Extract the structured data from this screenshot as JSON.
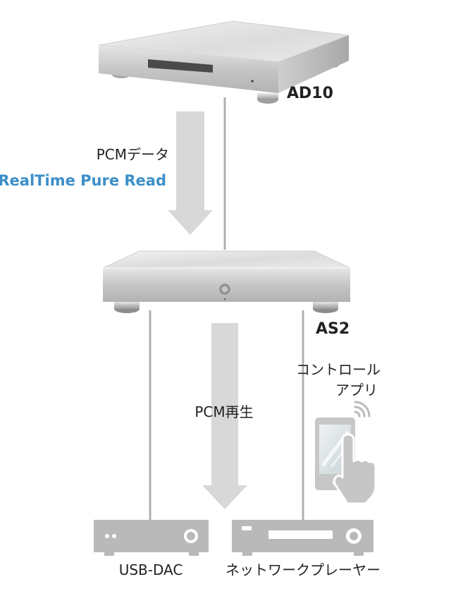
{
  "devices": {
    "ad10": {
      "name": "AD10"
    },
    "as2": {
      "name": "AS2"
    },
    "usb_dac": {
      "name": "USB-DAC"
    },
    "network_player": {
      "name": "ネットワークプレーヤー"
    }
  },
  "flows": {
    "top": {
      "label": "PCMデータ",
      "feature": "RealTime Pure Read"
    },
    "bottom": {
      "label": "PCM再生"
    }
  },
  "control_app": {
    "line1": "コントロール",
    "line2": "アプリ"
  },
  "colors": {
    "accent": "#3b8fc9",
    "arrow": "#d8d8d8",
    "icon_gray": "#b9b9b9",
    "cable": "#b0b0b0"
  }
}
